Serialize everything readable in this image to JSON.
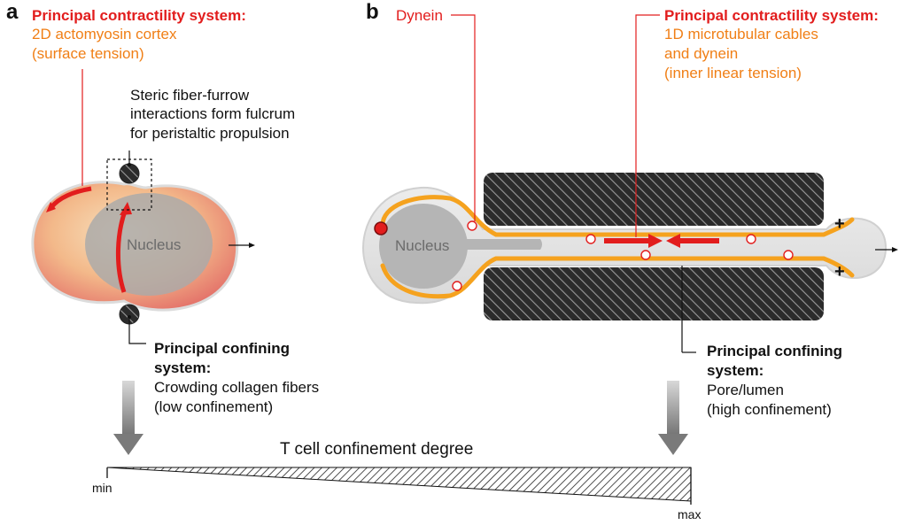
{
  "panel_a": {
    "label": "a",
    "contractility_title": "Principal contractility system:",
    "contractility_line1": "2D actomyosin cortex",
    "contractility_line2": "(surface tension)",
    "steric_line1": "Steric fiber-furrow",
    "steric_line2": "interactions form fulcrum",
    "steric_line3": "for peristaltic propulsion",
    "nucleus_label": "Nucleus",
    "confining_title_line1": "Principal confining",
    "confining_title_line2": "system:",
    "confining_line1": "Crowding collagen fibers",
    "confining_line2": "(low confinement)"
  },
  "panel_b": {
    "label": "b",
    "dynein_label": "Dynein",
    "contractility_title": "Principal contractility system:",
    "contractility_line1": "1D microtubular cables",
    "contractility_line2": "and dynein",
    "contractility_line3": "(inner linear tension)",
    "nucleus_label": "Nucleus",
    "plus_top": "+",
    "plus_bottom": "+",
    "confining_title_line1": "Principal confining",
    "confining_title_line2": "system:",
    "confining_line1": "Pore/lumen",
    "confining_line2": "(high confinement)"
  },
  "scale": {
    "title": "T cell confinement degree",
    "min_label": "min",
    "max_label": "max"
  },
  "colors": {
    "red": "#e21d1d",
    "orange": "#f07f16",
    "nucleus_grey": "#b5b5b5",
    "hatch_dark": "#2a2a2a"
  }
}
